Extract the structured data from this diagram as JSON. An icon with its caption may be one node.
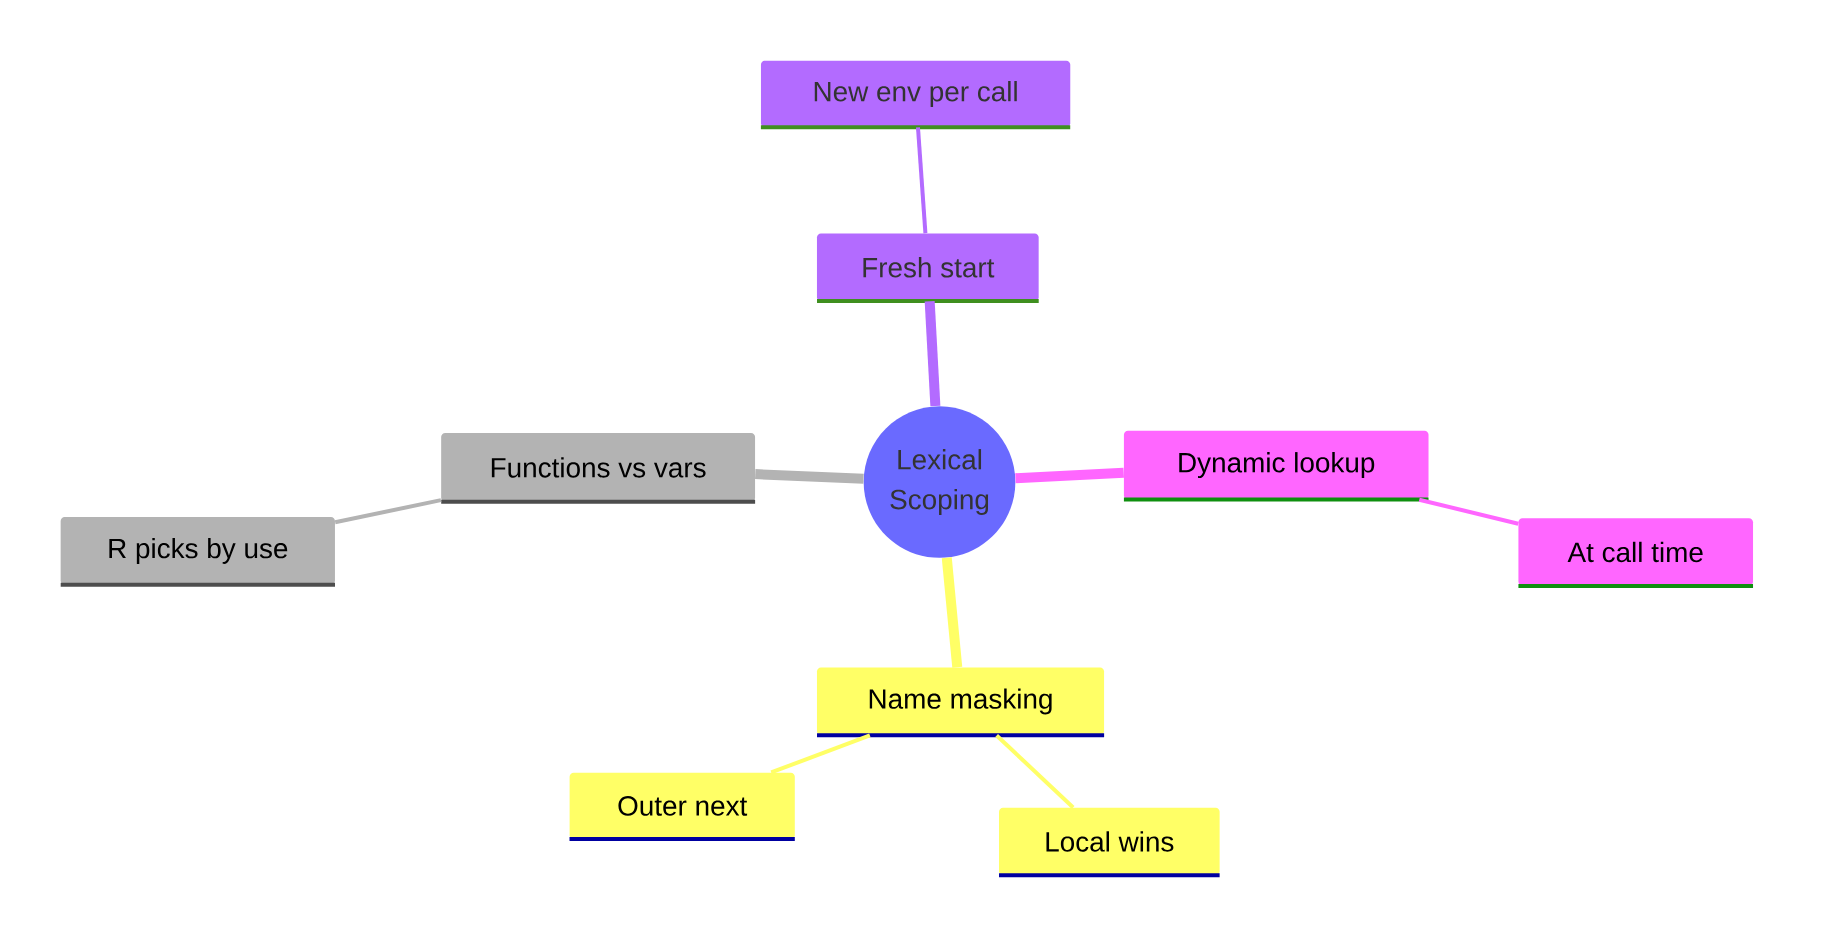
{
  "diagram": {
    "nodes": [
      {
        "text": [
          "Lexical Scoping"
        ]
      },
      {
        "text": [
          "Fresh start"
        ]
      },
      {
        "text": [
          "New env per call"
        ]
      },
      {
        "text": [
          "Dynamic lookup"
        ]
      },
      {
        "text": [
          "At call time"
        ]
      },
      {
        "text": [
          "Name masking"
        ]
      },
      {
        "text": [
          "Outer next"
        ]
      },
      {
        "text": [
          "Local wins"
        ]
      },
      {
        "text": [
          "Functions vs vars"
        ]
      },
      {
        "text": [
          "R picks by use"
        ]
      }
    ],
    "edges": [
      {
        "from": 0,
        "to": 1,
        "arrow": "none",
        "style": "thick",
        "color": "#b36bff"
      },
      {
        "from": 1,
        "to": 2,
        "arrow": "none",
        "color": "#b36bff"
      },
      {
        "from": 0,
        "to": 3,
        "arrow": "none",
        "style": "thick",
        "color": "#ff66ff"
      },
      {
        "from": 3,
        "to": 4,
        "arrow": "none",
        "color": "#ff66ff"
      },
      {
        "from": 0,
        "to": 5,
        "arrow": "none",
        "style": "thick",
        "color": "#ffff66"
      },
      {
        "from": 5,
        "to": 6,
        "arrow": "none",
        "color": "#ffff66"
      },
      {
        "from": 5,
        "to": 7,
        "arrow": "none",
        "color": "#ffff66"
      },
      {
        "from": 0,
        "to": 8,
        "arrow": "none",
        "style": "thick",
        "color": "#b3b3b3"
      },
      {
        "from": 8,
        "to": 9,
        "arrow": "none",
        "color": "#b3b3b3"
      }
    ]
  }
}
